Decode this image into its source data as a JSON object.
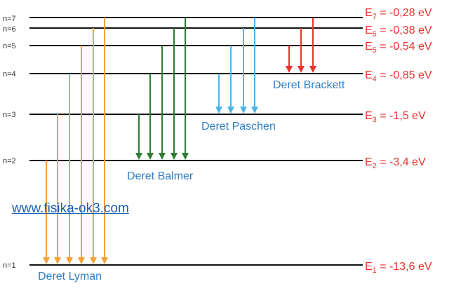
{
  "levels": [
    {
      "n_label": "n=1",
      "energy_letter": "E",
      "energy_sub": "1",
      "energy_value": " = -13,6 eV"
    },
    {
      "n_label": "n=2",
      "energy_letter": "E",
      "energy_sub": "2",
      "energy_value": " = -3,4 eV"
    },
    {
      "n_label": "n=3",
      "energy_letter": "E",
      "energy_sub": "3",
      "energy_value": " = -1,5 eV"
    },
    {
      "n_label": "n=4",
      "energy_letter": "E",
      "energy_sub": "4",
      "energy_value": " = -0,85 eV"
    },
    {
      "n_label": "n=5",
      "energy_letter": "E",
      "energy_sub": "5",
      "energy_value": " = -0,54 eV"
    },
    {
      "n_label": "n=6",
      "energy_letter": "E",
      "energy_sub": "6",
      "energy_value": " = -0,38 eV"
    },
    {
      "n_label": "n=7",
      "energy_letter": "E",
      "energy_sub": "7",
      "energy_value": " = -0,28 eV"
    }
  ],
  "series": [
    {
      "name": "Deret Lyman",
      "final_n": 1,
      "from_n": [
        2,
        3,
        4,
        5,
        6,
        7
      ],
      "color": "#f4a13a"
    },
    {
      "name": "Deret Balmer",
      "final_n": 2,
      "from_n": [
        3,
        4,
        5,
        6,
        7
      ],
      "color": "#2e7d32"
    },
    {
      "name": "Deret Paschen",
      "final_n": 3,
      "from_n": [
        4,
        5,
        6,
        7
      ],
      "color": "#4fb3e8"
    },
    {
      "name": "Deret Brackett",
      "final_n": 4,
      "from_n": [
        5,
        6,
        7
      ],
      "color": "#e8322c"
    }
  ],
  "website": "www.fisika-ok3.com",
  "colors": {
    "level_line": "#111111",
    "energy_text": "#e8322c",
    "series_text": "#2e7dc4",
    "website": "#1a5fb4"
  }
}
